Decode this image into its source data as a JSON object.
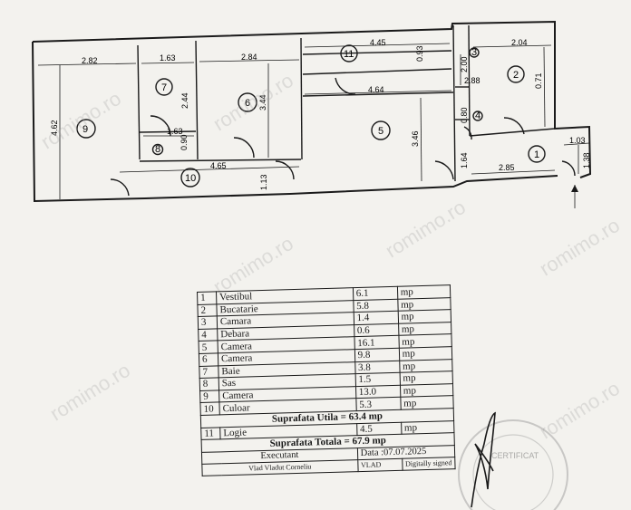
{
  "plan": {
    "rooms": [
      {
        "num": "1"
      },
      {
        "num": "2"
      },
      {
        "num": "3"
      },
      {
        "num": "4"
      },
      {
        "num": "5"
      },
      {
        "num": "6"
      },
      {
        "num": "7"
      },
      {
        "num": "8"
      },
      {
        "num": "9"
      },
      {
        "num": "10"
      },
      {
        "num": "11"
      }
    ],
    "dimensions": [
      "2.82",
      "1.63",
      "2.84",
      "4.45",
      "2.04",
      "4.62",
      "2.44",
      "3.44",
      "4.64",
      "2.00",
      "2.88",
      "0.71",
      "1.63",
      "0.90",
      "0.80",
      "3.46",
      "1.03",
      "4.65",
      "1.13",
      "1.64",
      "2.85",
      "1.38",
      "0.93"
    ]
  },
  "table": {
    "rows": [
      {
        "num": "1",
        "name": "Vestibul",
        "value": "6.1",
        "unit": "mp"
      },
      {
        "num": "2",
        "name": "Bucatarie",
        "value": "5.8",
        "unit": "mp"
      },
      {
        "num": "3",
        "name": "Camara",
        "value": "1.4",
        "unit": "mp"
      },
      {
        "num": "4",
        "name": "Debara",
        "value": "0.6",
        "unit": "mp"
      },
      {
        "num": "5",
        "name": "Camera",
        "value": "16.1",
        "unit": "mp"
      },
      {
        "num": "6",
        "name": "Camera",
        "value": "9.8",
        "unit": "mp"
      },
      {
        "num": "7",
        "name": "Baie",
        "value": "3.8",
        "unit": "mp"
      },
      {
        "num": "8",
        "name": "Sas",
        "value": "1.5",
        "unit": "mp"
      },
      {
        "num": "9",
        "name": "Camera",
        "value": "13.0",
        "unit": "mp"
      },
      {
        "num": "10",
        "name": "Culoar",
        "value": "5.3",
        "unit": "mp"
      }
    ],
    "suprafata_utila": "Suprafata Utila = 63.4 mp",
    "logie": {
      "num": "11",
      "name": "Logie",
      "value": "4.5",
      "unit": "mp"
    },
    "suprafata_totala": "Suprafata Totala = 67.9 mp",
    "executant_label": "Executant",
    "data_label": "Data :07.07.2025",
    "executant_name": "Vlad Vladut Corneliu",
    "sig_short": "VLAD",
    "digital_sign": "Digitally signed"
  },
  "watermark": "romimo.ro",
  "stamp_text": "CERTIFICAT"
}
